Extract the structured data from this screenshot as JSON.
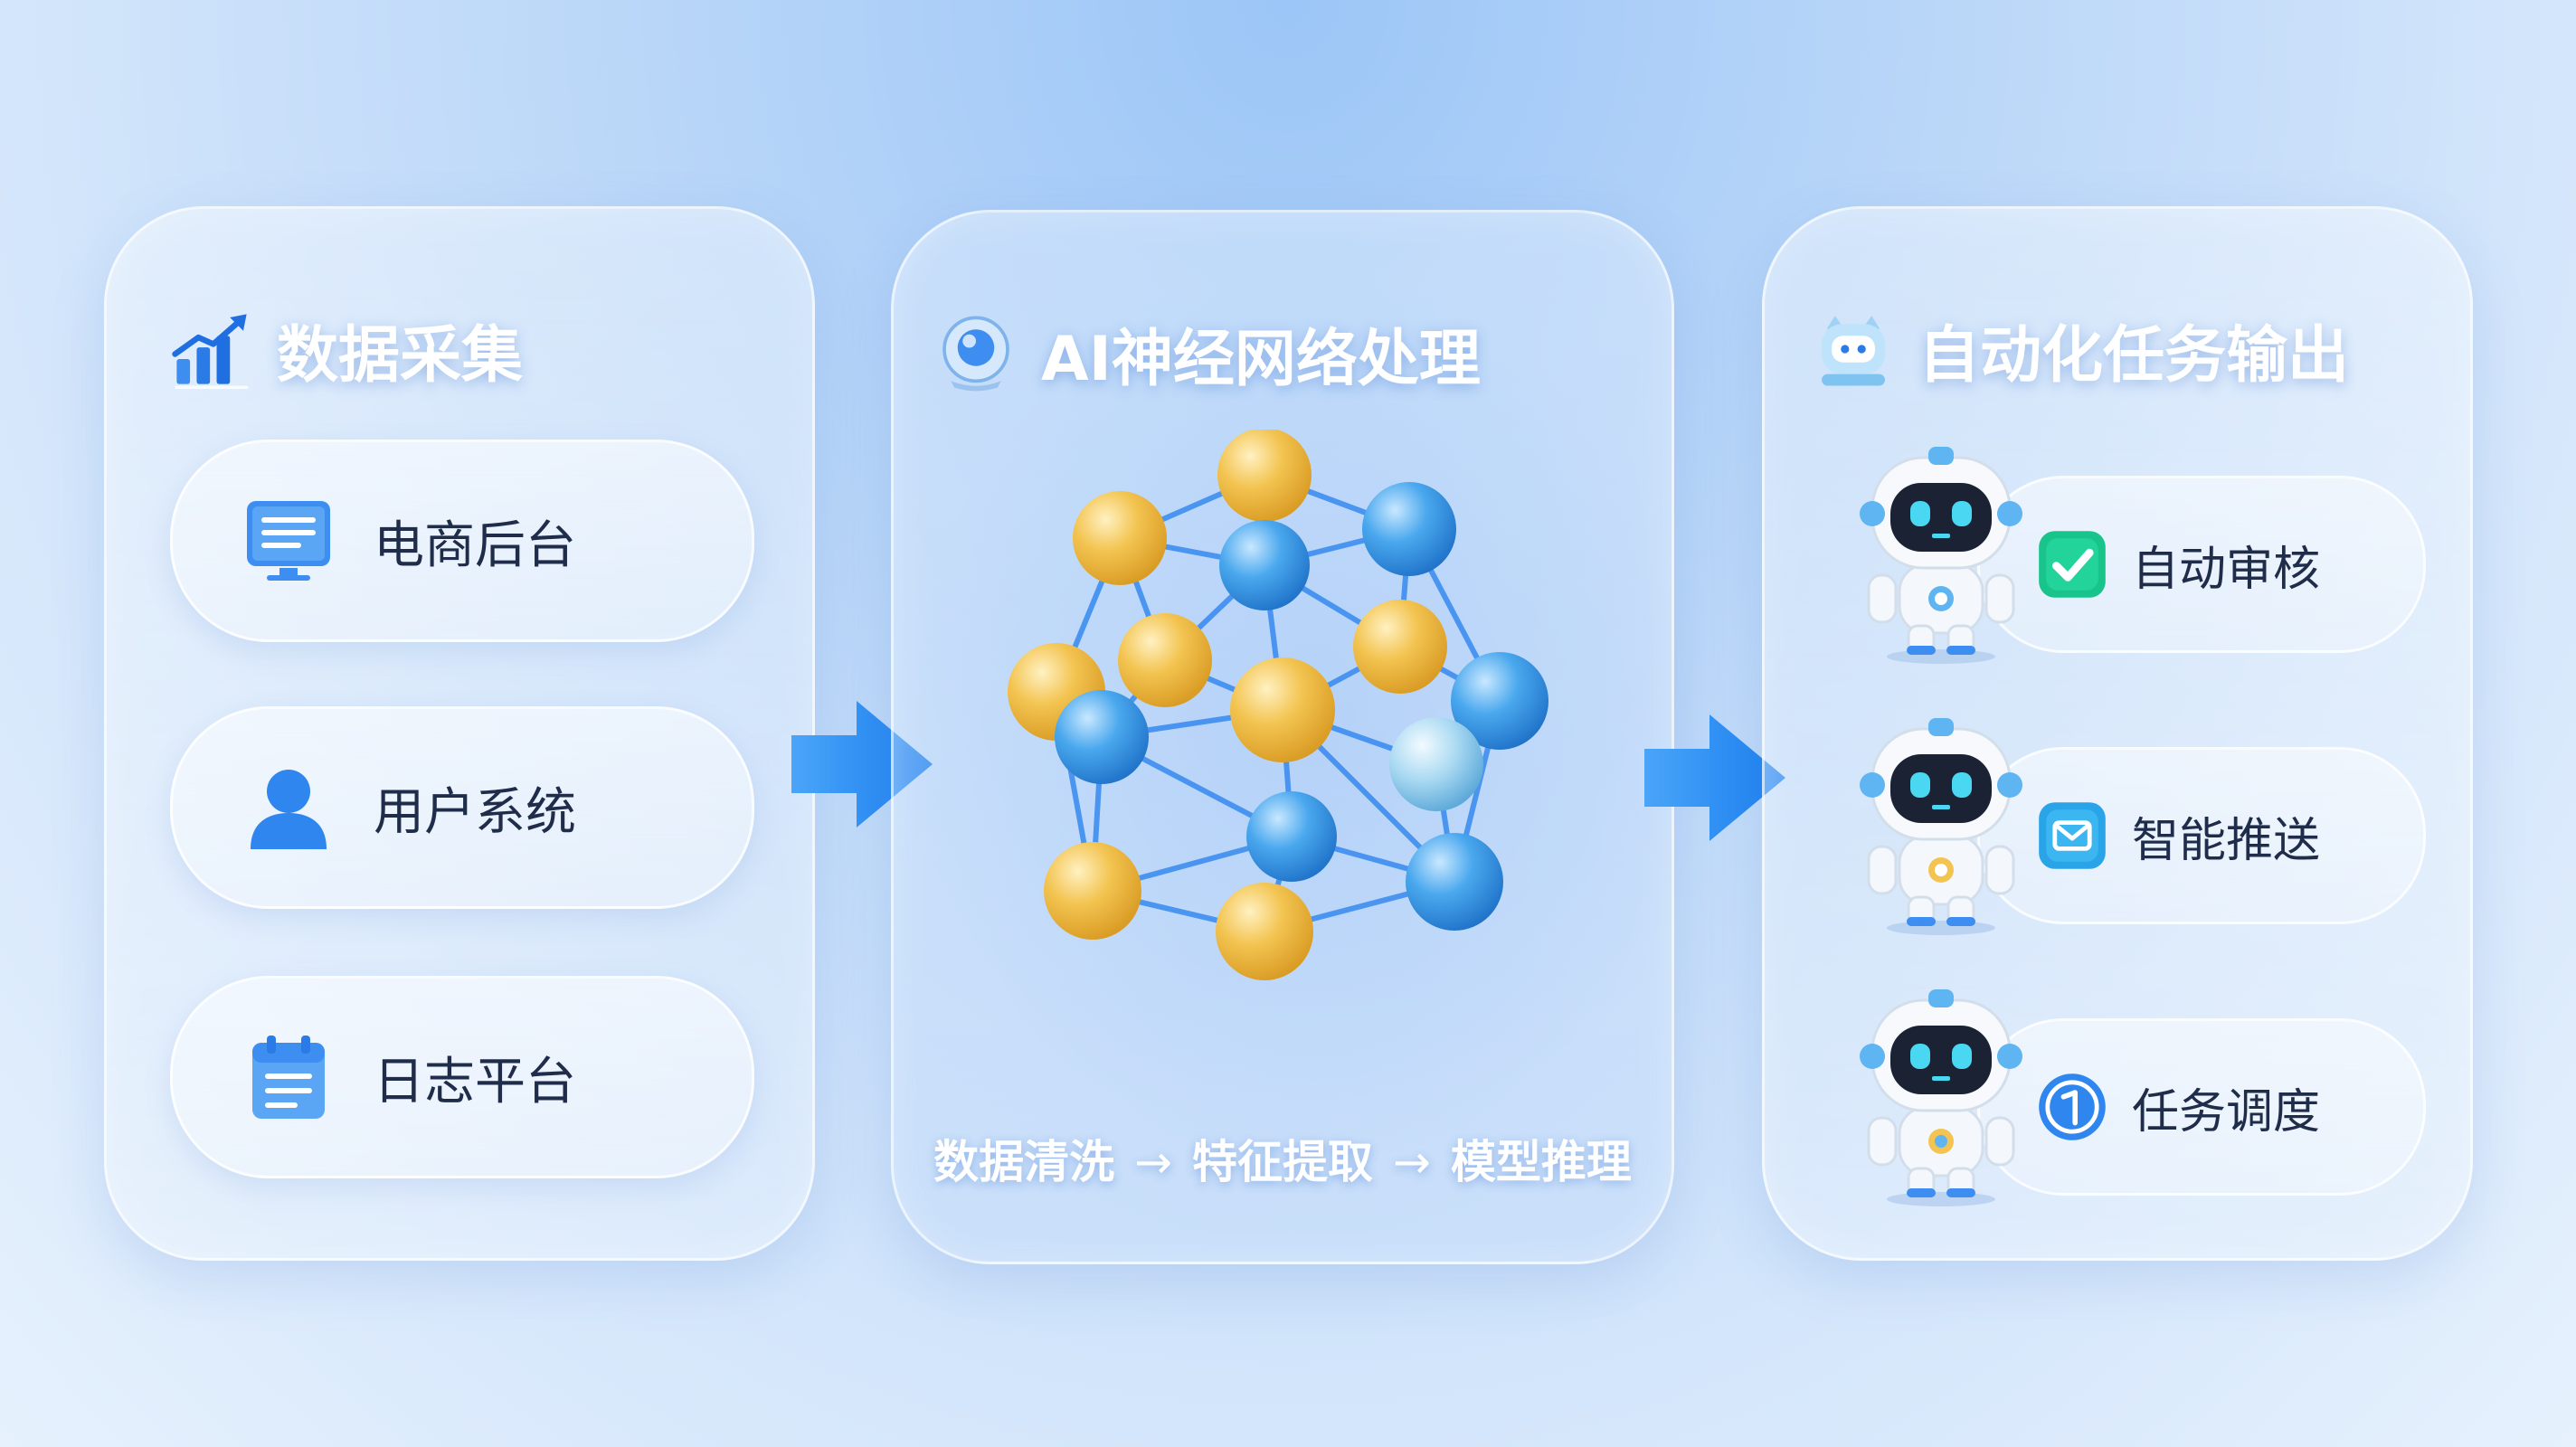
{
  "colors": {
    "accent_blue": "#2f8cf0",
    "node_yellow": "#f3c451",
    "node_blue": "#3ea1ea",
    "edge_blue": "#3d8ef0",
    "text_dark": "#1f2d4a"
  },
  "collection": {
    "title": "数据采集",
    "title_icon": "bar-chart-growth-icon",
    "sources": [
      {
        "label": "电商后台",
        "icon": "monitor-icon"
      },
      {
        "label": "用户系统",
        "icon": "user-icon"
      },
      {
        "label": "日志平台",
        "icon": "calendar-log-icon"
      }
    ]
  },
  "ai": {
    "title": "AI神经网络处理",
    "title_icon": "ai-orb-icon",
    "pipeline": [
      "数据清洗",
      "特征提取",
      "模型推理"
    ],
    "pipeline_separator": "→",
    "network_icon": "neural-network-molecule"
  },
  "output": {
    "title": "自动化任务输出",
    "title_icon": "robot-face-icon",
    "tasks": [
      {
        "label": "自动审核",
        "icon": "check-icon"
      },
      {
        "label": "智能推送",
        "icon": "mail-icon"
      },
      {
        "label": "任务调度",
        "icon": "schedule-dial-icon"
      }
    ]
  }
}
